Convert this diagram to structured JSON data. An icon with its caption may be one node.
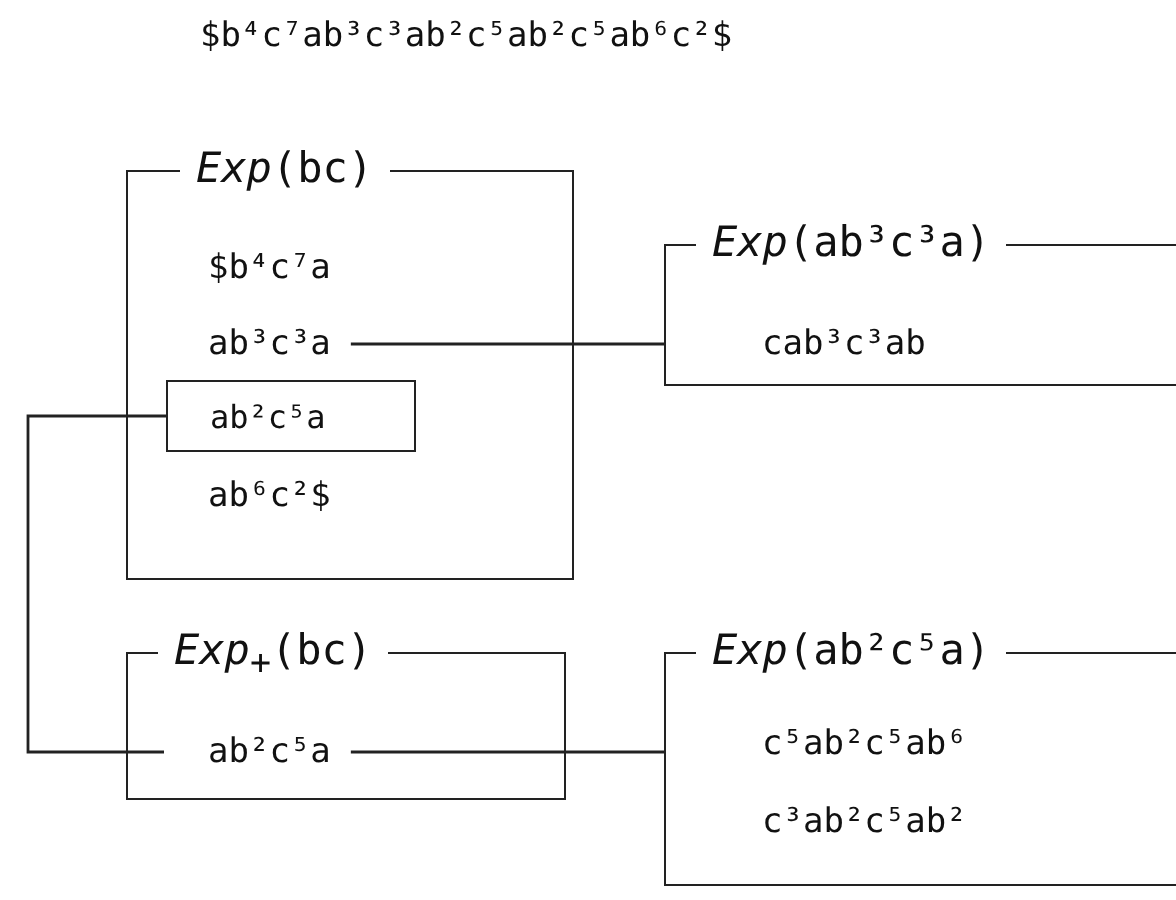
{
  "diagram": {
    "title": "$b⁴c⁷ab³c³ab²c⁵ab²c⁵ab⁶c²$",
    "nodes": [
      {
        "text": [
          "*Exp*(bc)"
        ]
      },
      {
        "text": [
          "$b⁴c⁷a"
        ],
        "in": 0
      },
      {
        "text": [
          "ab³c³a"
        ],
        "in": 0
      },
      {
        "text": [
          "ab²c⁵a"
        ],
        "in": 0
      },
      {
        "text": [
          "ab⁶c²$"
        ],
        "in": 0
      },
      {
        "text": [
          "*Exp*(ab³c³a)"
        ]
      },
      {
        "text": [
          "cab³c³ab"
        ],
        "in": 5
      },
      {
        "text": [
          "*Exp*$_{+}$(bc)"
        ]
      },
      {
        "text": [
          "ab²c⁵a"
        ],
        "in": 7
      },
      {
        "text": [
          "*Exp*(ab²c⁵a)"
        ]
      },
      {
        "text": [
          "c⁵ab²c⁵ab⁶"
        ],
        "in": 9
      },
      {
        "text": [
          "c³ab²c⁵ab²"
        ],
        "in": 9
      }
    ],
    "edges": [
      {
        "from": 2,
        "to": 5,
        "arrow": "none"
      },
      {
        "from": 3,
        "to": 8,
        "arrow": "none"
      },
      {
        "from": 8,
        "to": 9,
        "arrow": "none"
      }
    ]
  }
}
